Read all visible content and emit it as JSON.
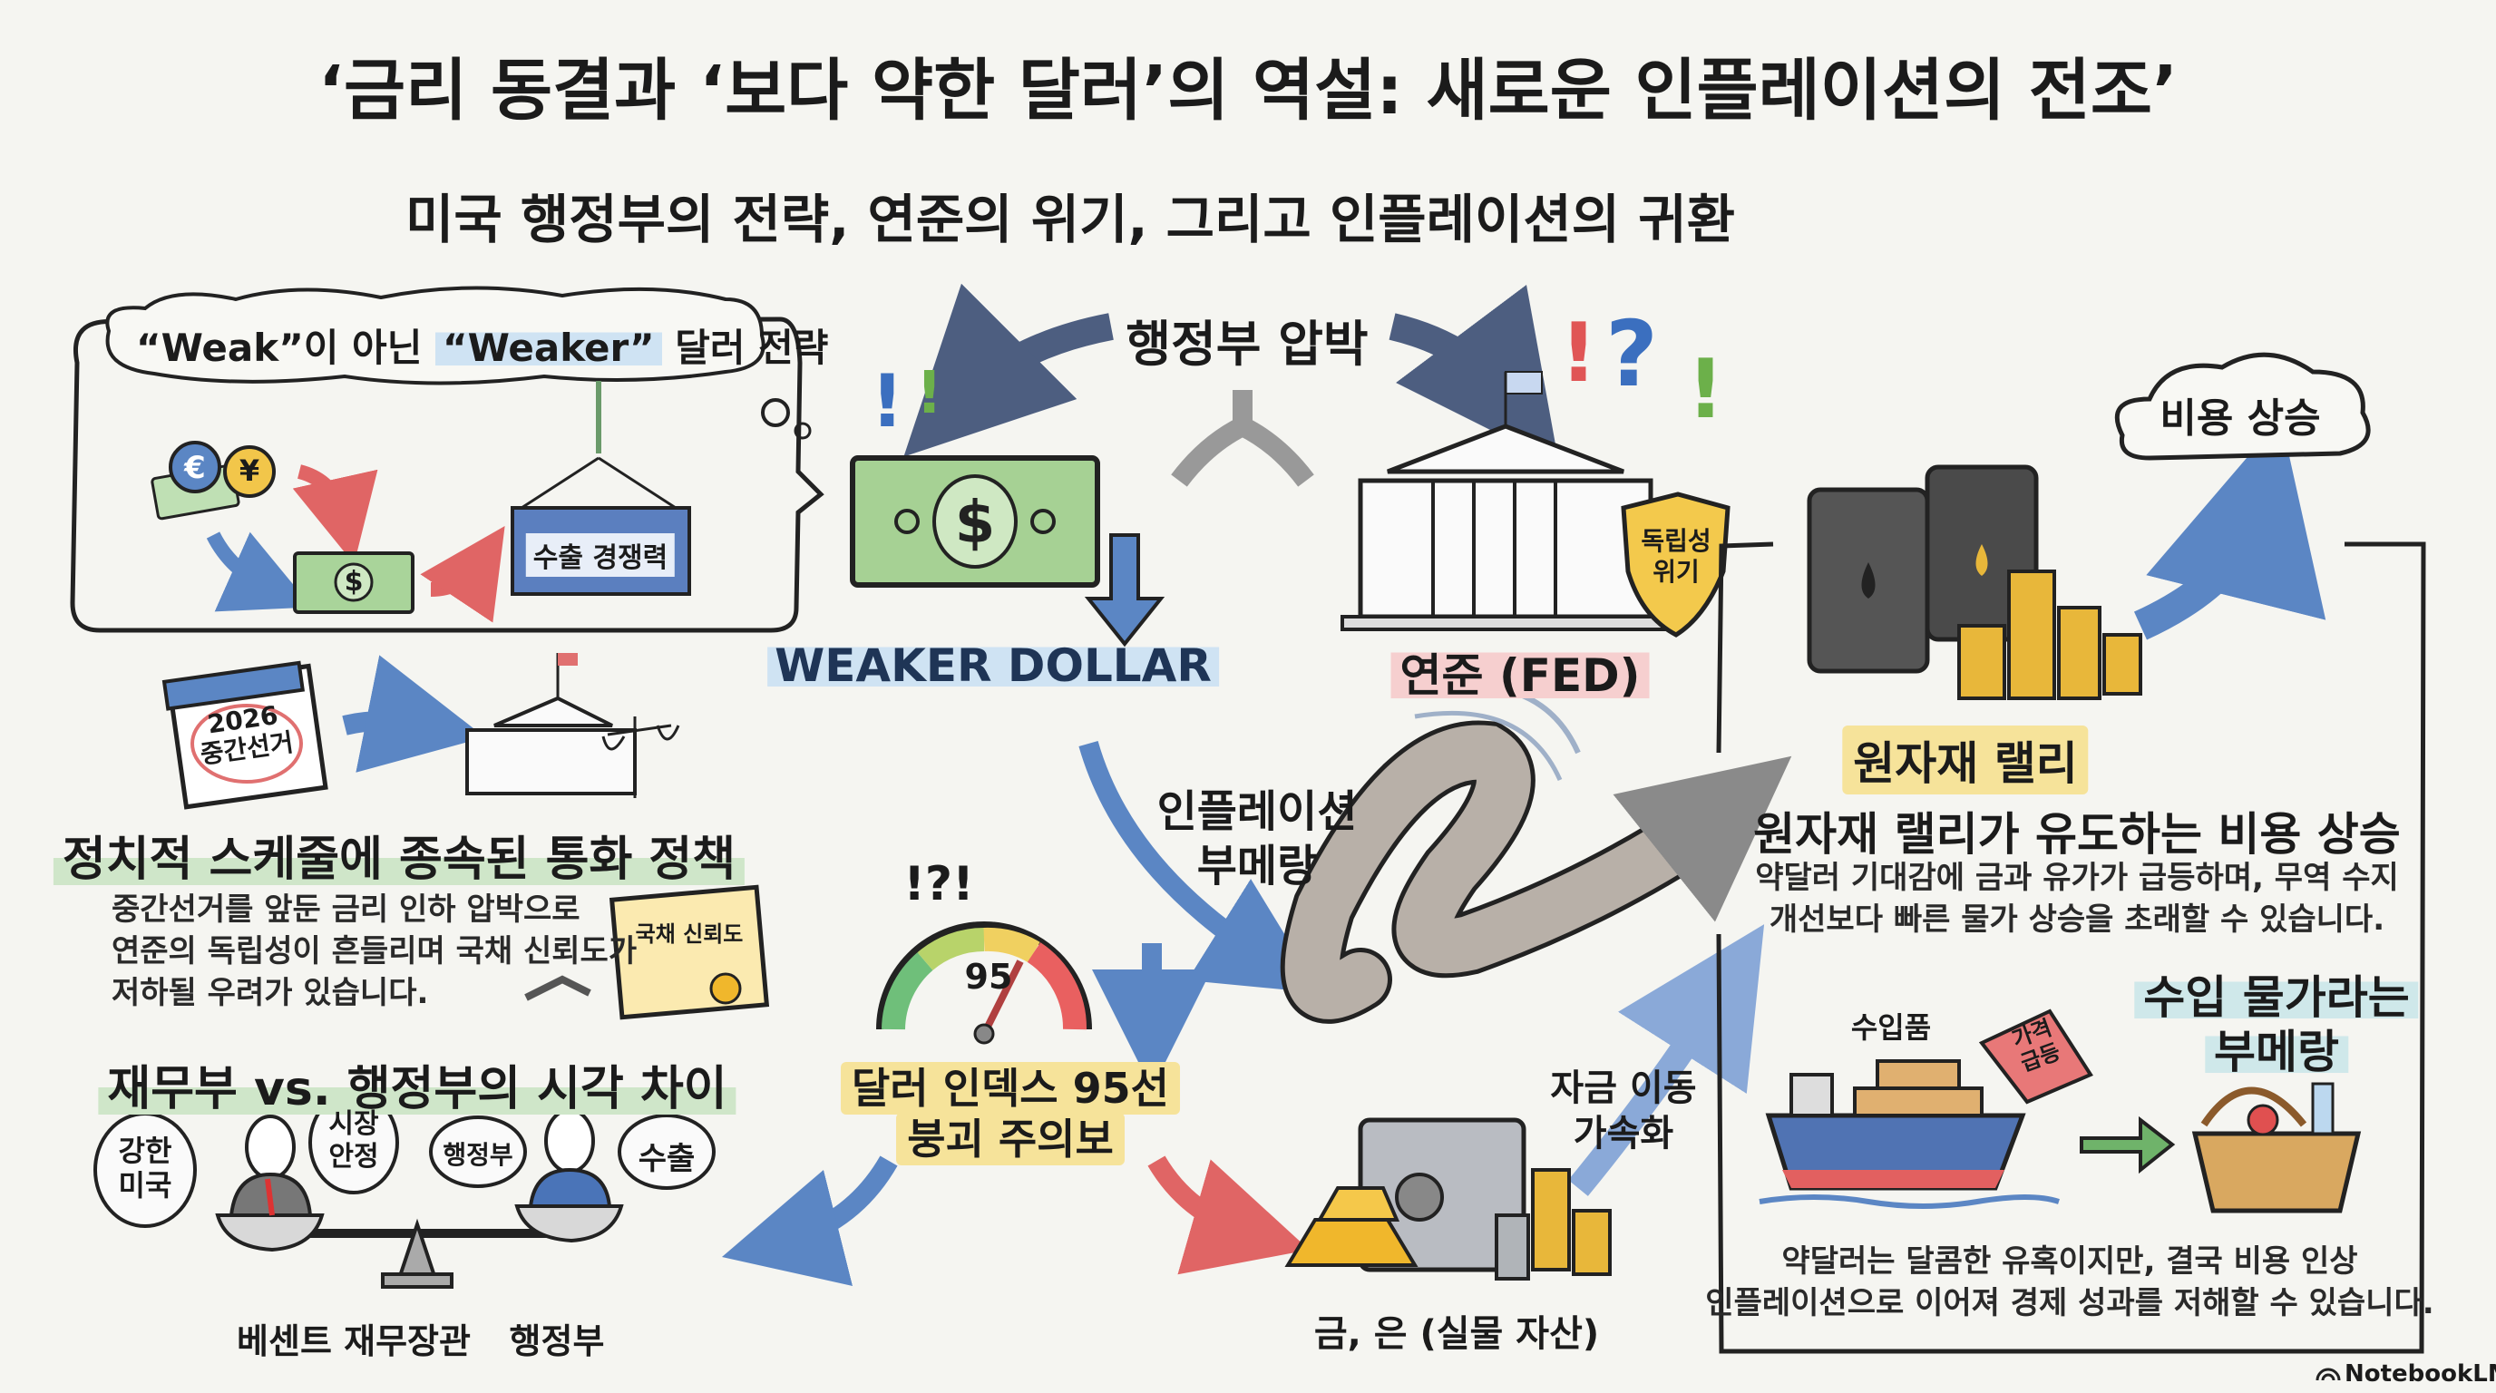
{
  "header": {
    "title": "‘금리 동결과 ‘보다 약한 달러’의 역설: 새로운 인플레이션의 전조’",
    "subtitle": "미국 행정부의 전략, 연준의 위기, 그리고 인플레이션의 귀환"
  },
  "strategy_box": {
    "title_prefix": "“Weak”이 아닌 ",
    "title_highlight": "“Weaker”",
    "title_suffix": " 달러 전략",
    "container_label": "수출 경쟁력",
    "currency_symbols": [
      "€",
      "¥",
      "$"
    ]
  },
  "center": {
    "pressure_label": "행정부 압박",
    "weaker_dollar_label": "WEAKER DOLLAR",
    "fed_label": "연준 (FED)",
    "shield_label_line1": "독립성",
    "shield_label_line2": "위기",
    "boomerang_line1": "인플레이션",
    "boomerang_line2": "부메랑",
    "gauge_value": "95",
    "gauge_level": 95,
    "gauge_marks": "!?!",
    "dollar_index_line1": "달러 인덱스 95선",
    "dollar_index_line2": "붕괴 주의보",
    "capital_flow_line1": "자금 이동",
    "capital_flow_line2": "가속화",
    "safe_assets_label": "금, 은 (실물 자산)"
  },
  "politics": {
    "calendar_year": "2026",
    "calendar_label": "중간선거",
    "heading": "정치적 스케줄에 종속된 통화 정책",
    "body_lines": [
      "중간선거를 앞둔 금리 인하 압박으로",
      "연준의 독립성이 흔들리며 국채 신뢰도가",
      "저하될 우려가 있습니다."
    ],
    "certificate_label": "국채 신뢰도"
  },
  "views": {
    "heading": "재무부 vs. 행정부의 시각 차이",
    "bubbles": [
      "강한 미국",
      "시장 안정",
      "행정부",
      "수출"
    ],
    "left_person": "베센트 재무장관",
    "right_person": "행정부"
  },
  "commodities": {
    "cloud_label": "비용 상승",
    "rally_label": "원자재 랠리",
    "heading": "원자재 랠리가 유도하는 비용 상승",
    "body_lines": [
      "약달러 기대감에 금과 유가가 급등하며, 무역 수지",
      "개선보다 빠른 물가 상승을 초래할 수 있습니다."
    ]
  },
  "imports": {
    "goods_label": "수입품",
    "tag_line1": "가격",
    "tag_line2": "급등",
    "heading_line1": "수입 물가라는",
    "heading_line2": "부메랑",
    "body_lines": [
      "약달러는 달콤한 유혹이지만, 결국 비용 인상",
      "인플레이션으로 이어져 경제 성과를 저해할 수 있습니다."
    ]
  },
  "footer": {
    "brand": "NotebookLM"
  },
  "colors": {
    "blue": "#5b86c4",
    "red": "#e06565",
    "green": "#6fb36a",
    "gold": "#e8b73a",
    "ink": "#1b1b1b"
  }
}
